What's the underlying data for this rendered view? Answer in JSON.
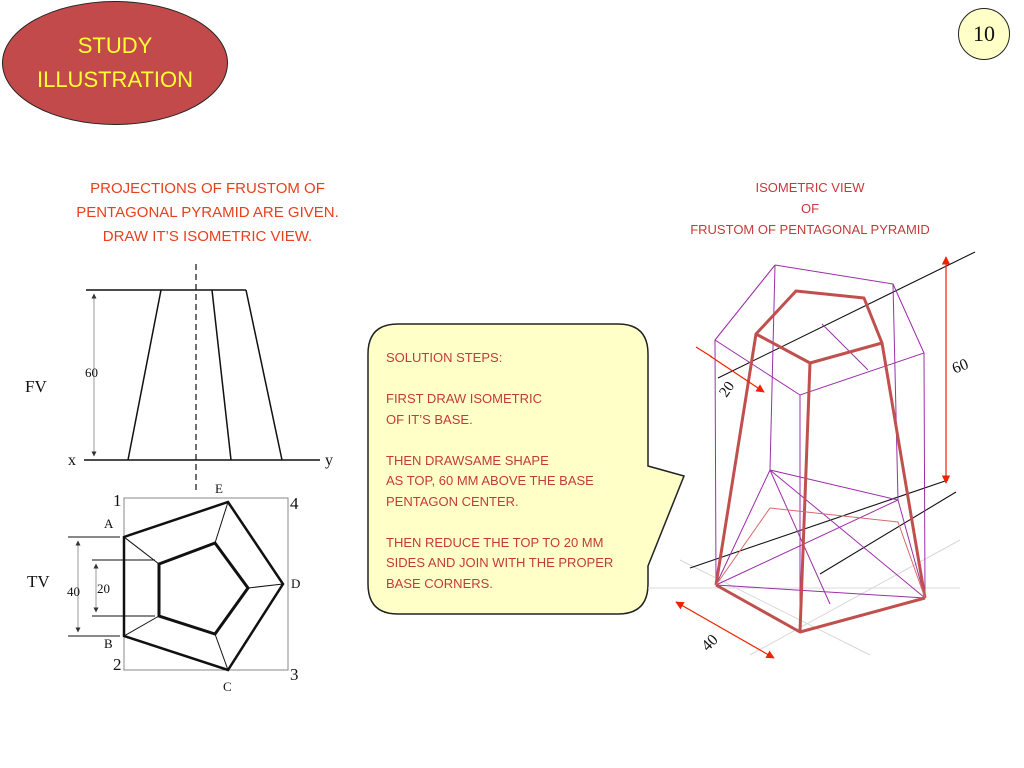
{
  "badge": {
    "line1": "STUDY",
    "line2": "ILLUSTRATION"
  },
  "page_number": "10",
  "problem": {
    "line1": "PROJECTIONS OF FRUSTOM OF",
    "line2": "PENTAGONAL PYRAMID ARE GIVEN.",
    "line3": "DRAW IT’S ISOMETRIC VIEW."
  },
  "iso_title": {
    "line1": "ISOMETRIC VIEW",
    "line2": "OF",
    "line3": "FRUSTOM OF PENTAGONAL PYRAMID"
  },
  "steps": [
    "SOLUTION STEPS:",
    "",
    "FIRST DRAW ISOMETRIC",
    "OF IT’S BASE.",
    "",
    "THEN DRAWSAME SHAPE",
    "AS TOP, 60 MM ABOVE THE BASE",
    "PENTAGON CENTER.",
    "",
    "THEN REDUCE THE TOP TO   20 MM",
    "SIDES AND JOIN WITH THE PROPER",
    "BASE CORNERS."
  ],
  "labels": {
    "fv": "FV",
    "tv": "TV",
    "x": "x",
    "y": "y",
    "fv_height": "60",
    "tv_outer": "40",
    "tv_inner": "20",
    "corner_1": "1",
    "corner_2": "2",
    "corner_3": "3",
    "corner_4": "4",
    "point_a": "A",
    "point_b": "B",
    "point_c": "C",
    "point_d": "D",
    "point_e": "E",
    "iso_height": "60",
    "iso_top_side": "20",
    "iso_base_side": "40"
  },
  "colors": {
    "badge_fill": "#c34a4a",
    "badge_text": "#ffff33",
    "problem_text": "#e8401c",
    "steps_text": "#c43a3a",
    "callout_fill": "#ffffc8",
    "iso_construction": "#9b2fa8",
    "iso_solid": "#c0504d",
    "dimension_arrow": "#ee2200"
  }
}
